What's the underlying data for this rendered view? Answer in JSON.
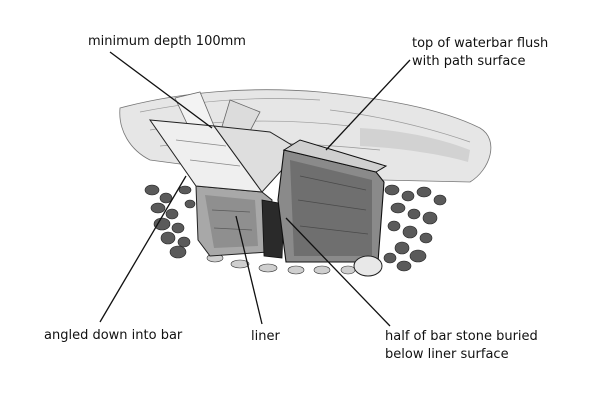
{
  "labels": {
    "min_depth": "minimum depth 100mm",
    "top_waterbar_line1": "top of waterbar flush",
    "top_waterbar_line2": "with path surface",
    "angled_down": "angled down into bar",
    "liner": "liner",
    "half_bar_line1": "half of bar stone buried",
    "half_bar_line2": "below liner surface"
  },
  "colors": {
    "ink": "#111111",
    "stone_light": "#e9e9e9",
    "stone_mid": "#b5b5b5",
    "stone_dark": "#6e6e6e",
    "gravel": "#444444"
  }
}
